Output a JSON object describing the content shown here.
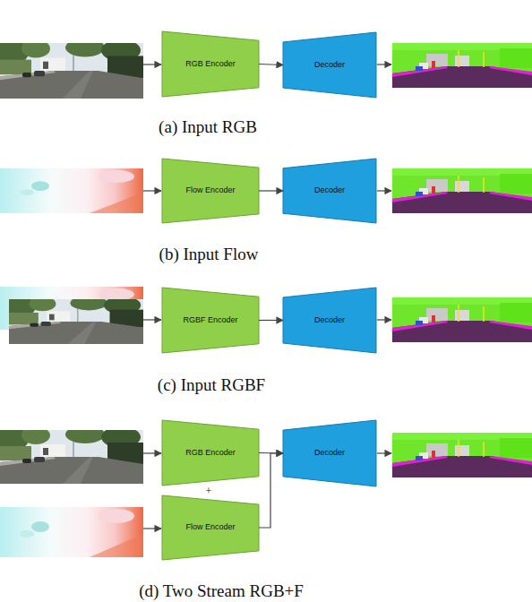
{
  "diagram": {
    "nodes": [
      {
        "text": [
          "RGB Encoder"
        ]
      },
      {
        "text": [
          "Decoder"
        ]
      },
      {
        "text": [
          "Flow Encoder"
        ]
      },
      {
        "text": [
          "Decoder"
        ]
      },
      {
        "text": [
          "RGBF Encoder"
        ]
      },
      {
        "text": [
          "Decoder"
        ]
      },
      {
        "text": [
          "RGB Encoder"
        ]
      },
      {
        "text": [
          "Decoder"
        ]
      },
      {
        "text": [
          "Flow Encoder"
        ]
      }
    ],
    "edges": [
      {
        "from": 0,
        "to": 1,
        "arrow": "to"
      },
      {
        "from": 2,
        "to": 3,
        "arrow": "to"
      },
      {
        "from": 4,
        "to": 5,
        "arrow": "to"
      },
      {
        "from": 6,
        "to": 7,
        "arrow": "to"
      },
      {
        "from": 8,
        "to": 7,
        "arrow": "to"
      }
    ],
    "labels": [
      "(a) Input RGB",
      "(b) Input Flow",
      "(c) Input RGBF",
      "+",
      "(d) Two Stream RGB+F"
    ]
  }
}
